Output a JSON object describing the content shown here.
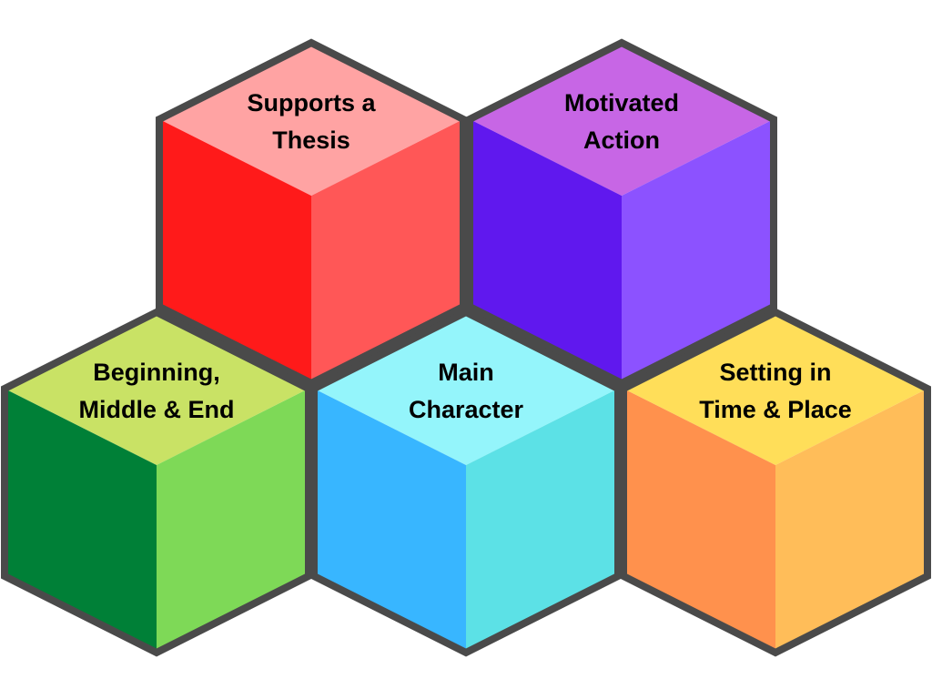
{
  "stroke_color": "#4a4a4a",
  "cubes": [
    {
      "id": "supports-thesis",
      "lines": [
        "Supports a",
        "Thesis"
      ],
      "top": "#FFA3A3",
      "left": "#FF1A1A",
      "right": "#FF5757"
    },
    {
      "id": "motivated-action",
      "lines": [
        "Motivated",
        "Action"
      ],
      "top": "#C766E5",
      "left": "#6018EE",
      "right": "#8C52FF"
    },
    {
      "id": "beginning-middle-end",
      "lines": [
        "Beginning,",
        "Middle & End"
      ],
      "top": "#C9E265",
      "left": "#008037",
      "right": "#7ED957"
    },
    {
      "id": "main-character",
      "lines": [
        "Main",
        "Character"
      ],
      "top": "#94F5FB",
      "left": "#38B6FF",
      "right": "#5CE1E6"
    },
    {
      "id": "setting-time-place",
      "lines": [
        "Setting in",
        "Time & Place"
      ],
      "top": "#FFDE59",
      "left": "#FF914D",
      "right": "#FFBD59"
    }
  ]
}
